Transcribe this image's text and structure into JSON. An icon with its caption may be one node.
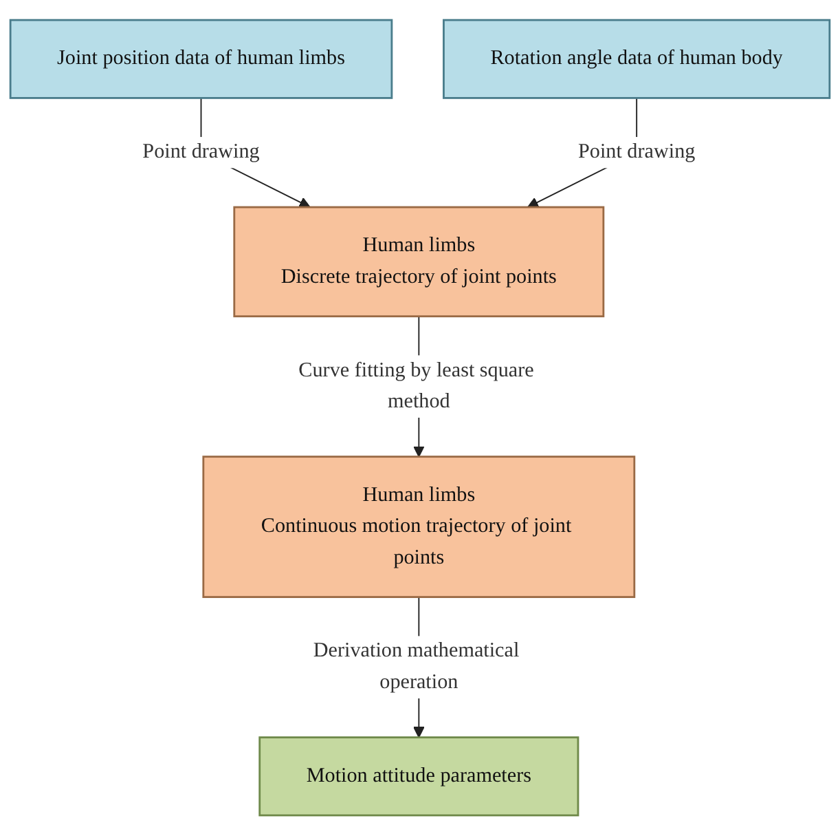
{
  "diagram": {
    "nodes": [
      {
        "text": [
          "Joint position data of human limbs"
        ]
      },
      {
        "text": [
          "Rotation angle data of human body"
        ]
      },
      {
        "text": [
          "Human limbs",
          "Discrete trajectory of joint points"
        ]
      },
      {
        "text": [
          "Human limbs",
          "Continuous motion trajectory of joint points"
        ]
      },
      {
        "text": [
          "Motion attitude parameters"
        ]
      }
    ],
    "edges": [
      {
        "from": 0,
        "to": 2,
        "arrow": "to",
        "label": "Point drawing"
      },
      {
        "from": 1,
        "to": 2,
        "arrow": "to",
        "label": "Point drawing"
      },
      {
        "from": 2,
        "to": 3,
        "arrow": "to",
        "label": "Curve fitting by least square method"
      },
      {
        "from": 3,
        "to": 4,
        "arrow": "to",
        "label": "Derivation mathematical operation"
      }
    ]
  }
}
